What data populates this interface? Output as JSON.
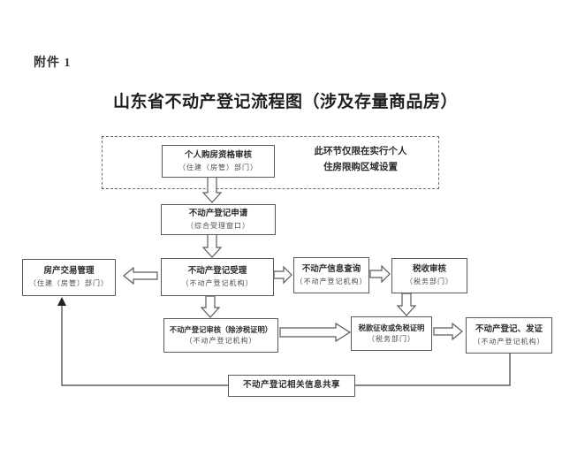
{
  "page": {
    "attachment_label": "附件 1",
    "title": "山东省不动产登记流程图（涉及存量商品房）"
  },
  "flowchart": {
    "note": {
      "line1": "此环节仅限在实行个人",
      "line2": "住房限购区域设置"
    },
    "nodes": {
      "qualification": {
        "line1": "个人购房资格审核",
        "line2": "（住建（房管）部门）"
      },
      "application": {
        "line1": "不动产登记申请",
        "line2": "（综合受理窗口）"
      },
      "trade_management": {
        "line1": "房产交易管理",
        "line2": "（住建（房管）部门）"
      },
      "acceptance": {
        "line1": "不动产登记受理",
        "line2": "（不动产登记机构）"
      },
      "info_query": {
        "line1": "不动产信息查询",
        "line2": "（不动产登记机构）"
      },
      "tax_review": {
        "line1": "税收审核",
        "line2": "（税务部门）"
      },
      "registration_review": {
        "line1": "不动产登记审核（除涉税证明）",
        "line2": "（不动产登记机构）"
      },
      "tax_collection": {
        "line1": "税款征收或免税证明",
        "line2": "（税务部门）"
      },
      "certificate": {
        "line1": "不动产登记、发证",
        "line2": "（不动产登记机构）"
      },
      "info_share": {
        "line1": "不动产登记相关信息共享"
      }
    },
    "colors": {
      "line": "#555555",
      "text": "#2b2b2b",
      "background": "#ffffff"
    }
  }
}
